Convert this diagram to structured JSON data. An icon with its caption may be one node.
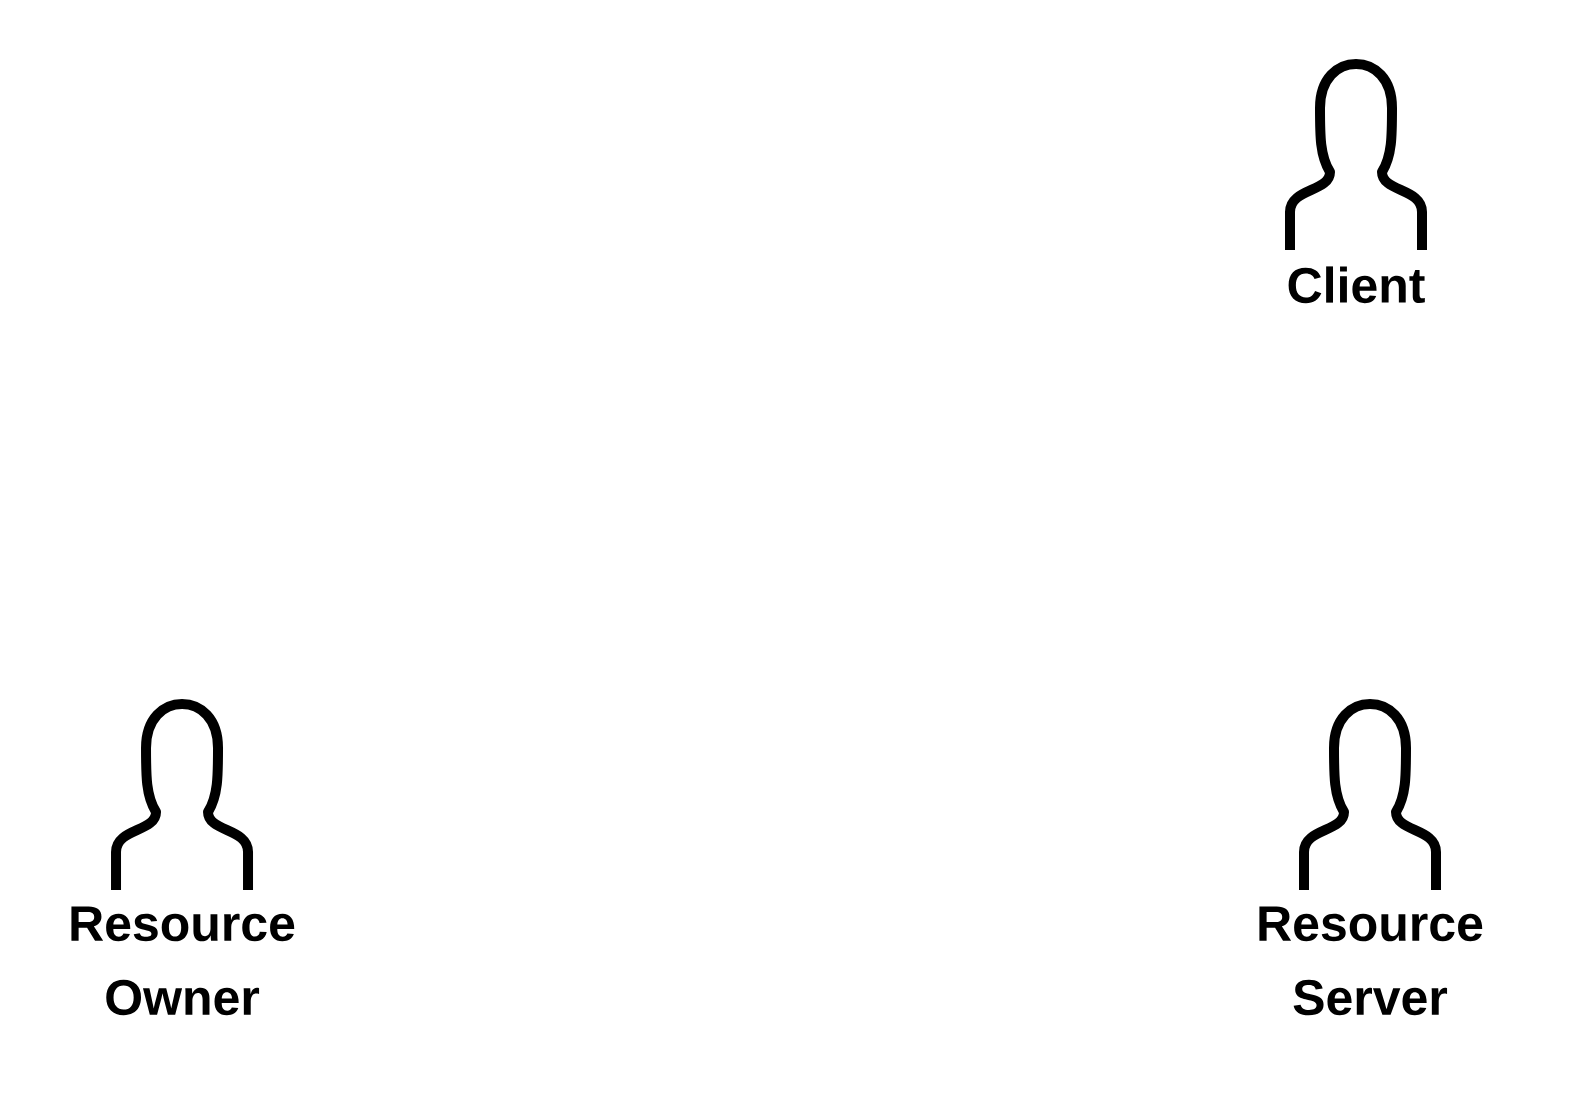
{
  "diagram": {
    "nodes": [
      {
        "text": [
          "Client"
        ]
      },
      {
        "text": [
          "Resource Owner"
        ]
      },
      {
        "text": [
          "Resource Server"
        ]
      }
    ]
  }
}
